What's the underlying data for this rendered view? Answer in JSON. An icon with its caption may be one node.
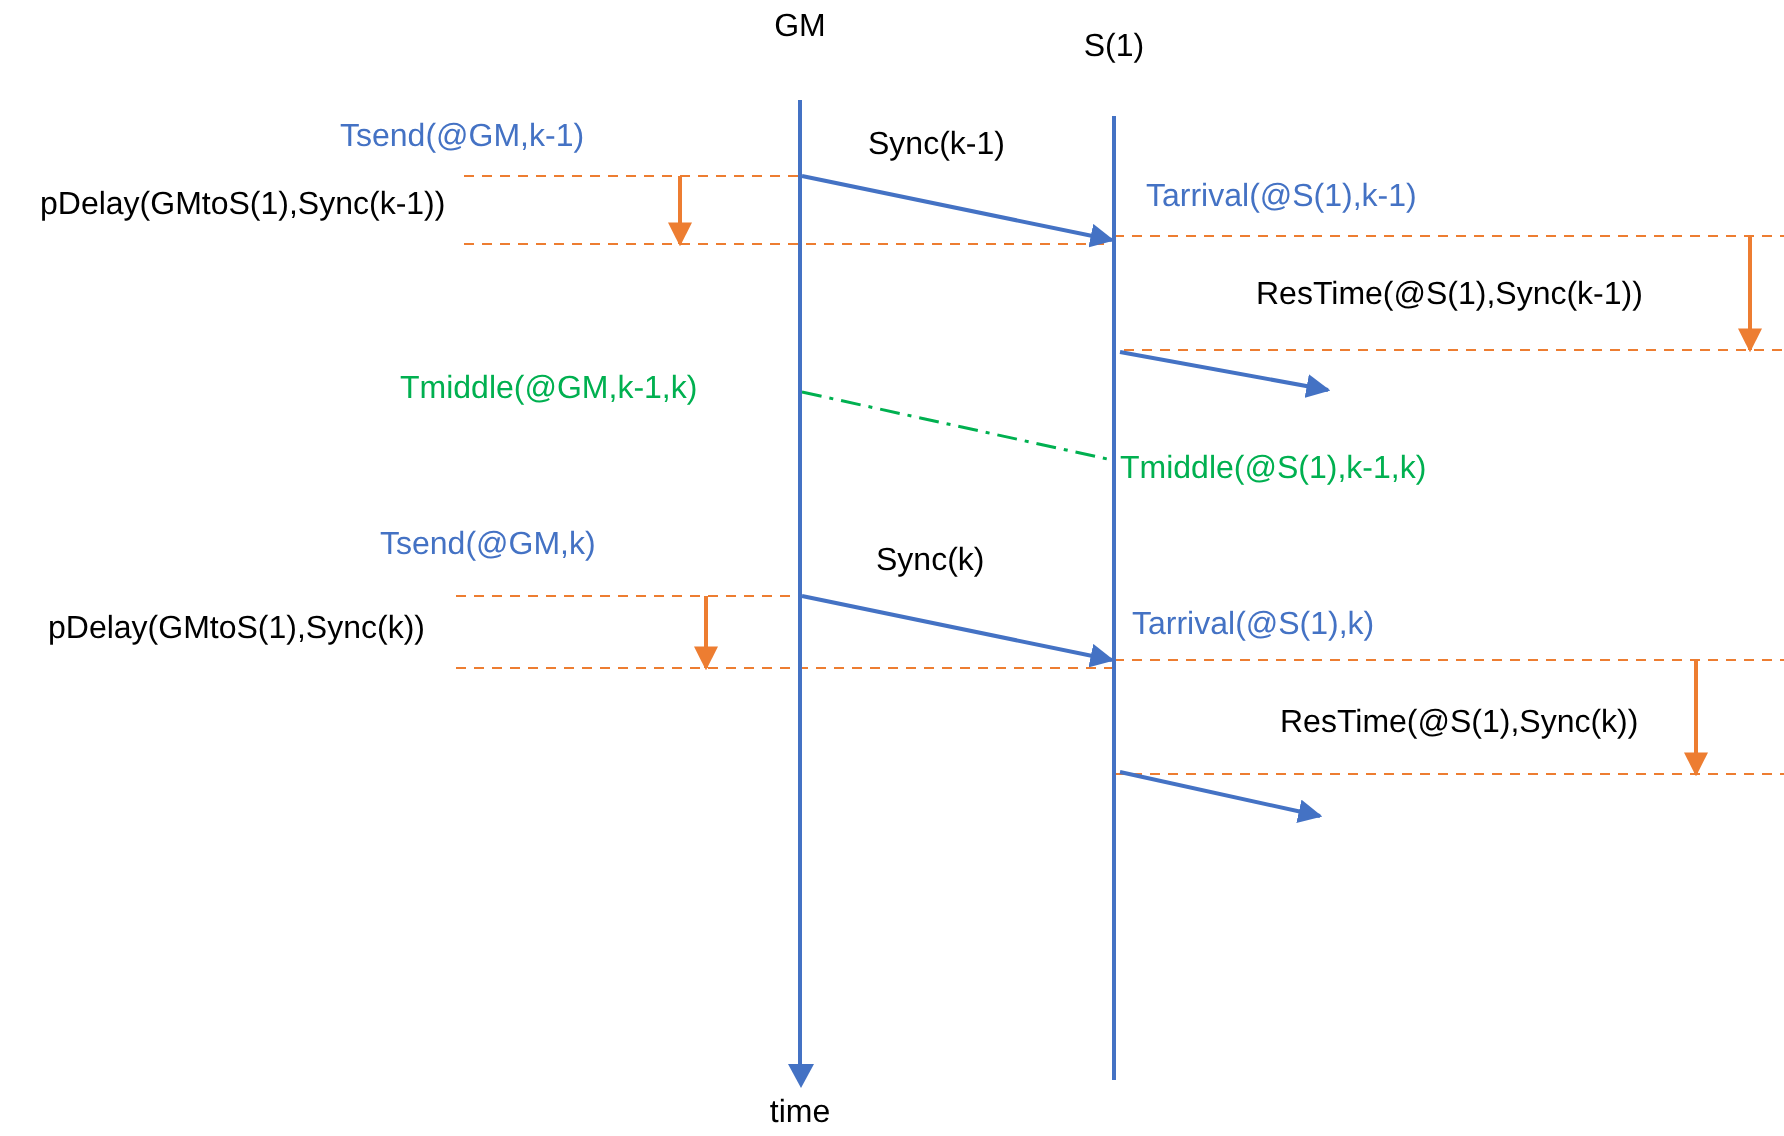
{
  "diagram": {
    "nodes": [
      {
        "text": [
          "GM"
        ],
        "beside": [
          "time"
        ]
      },
      {
        "text": [
          "S(1)"
        ]
      }
    ],
    "edges": [
      {
        "from": 0,
        "to": 1,
        "arrow": "to",
        "label": "Sync(k-1)"
      },
      {
        "from": 1,
        "to": null,
        "arrow": "to"
      },
      {
        "from": 0,
        "to": 1,
        "arrow": "none",
        "style": "dashed",
        "color": "#00b050"
      },
      {
        "from": 0,
        "to": 1,
        "arrow": "to",
        "label": "Sync(k)"
      },
      {
        "from": 1,
        "to": null,
        "arrow": "to"
      }
    ],
    "labels": [
      "Tsend(@GM,k-1)",
      "pDelay(GMtoS(1),Sync(k-1))",
      "Tarrival(@S(1),k-1)",
      "ResTime(@S(1),Sync(k-1))",
      "Tmiddle(@GM,k-1,k)",
      "Tmiddle(@S(1),k-1,k)",
      "Tsend(@GM,k)",
      "pDelay(GMtoS(1),Sync(k))",
      "Tarrival(@S(1),k)",
      "ResTime(@S(1),Sync(k))"
    ]
  }
}
